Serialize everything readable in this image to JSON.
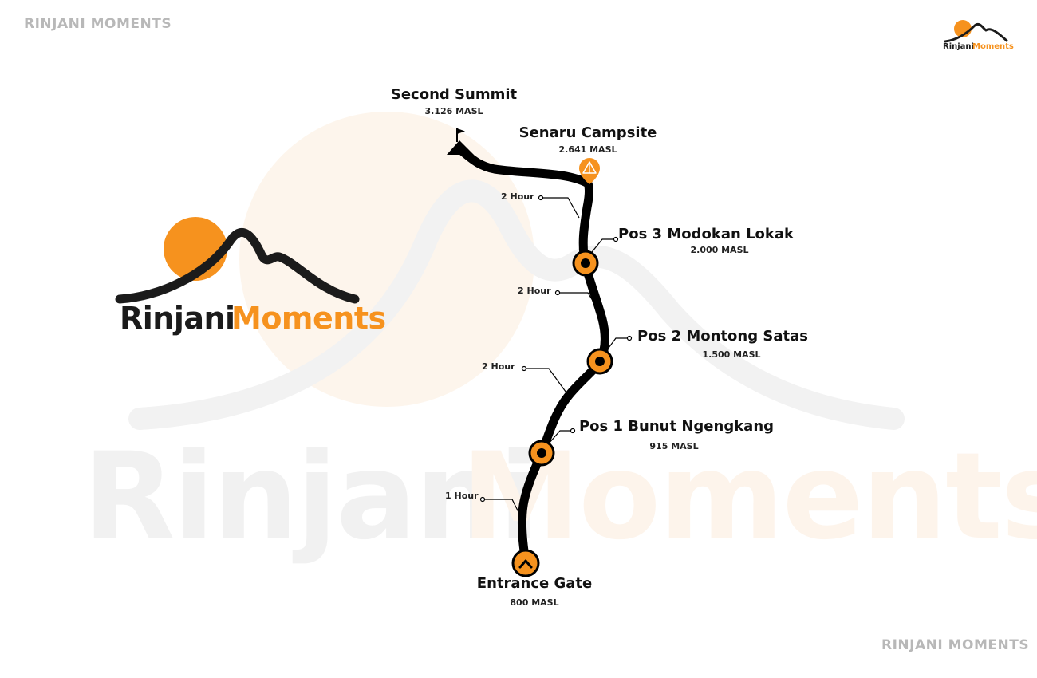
{
  "corner_top_left": "RINJANI MOMENTS",
  "corner_bottom_right": "RINJANI MOMENTS",
  "brand": {
    "word1": "Rinjani",
    "word2": "Moments",
    "accent_color": "#f6921e",
    "dark_color": "#1b1b1b"
  },
  "watermark": {
    "word1": "Rinjani",
    "word2": "Moments"
  },
  "stops": [
    {
      "id": "second-summit",
      "name": "Second Summit",
      "altitude": "3.126 MASL",
      "marker": "summit-flag-icon"
    },
    {
      "id": "senaru-campsite",
      "name": "Senaru Campsite",
      "altitude": "2.641 MASL",
      "marker": "tent-pin-icon"
    },
    {
      "id": "pos-3",
      "name": "Pos 3 Modokan Lokak",
      "altitude": "2.000 MASL",
      "marker": "checkpoint-dot-icon"
    },
    {
      "id": "pos-2",
      "name": "Pos 2 Montong Satas",
      "altitude": "1.500 MASL",
      "marker": "checkpoint-dot-icon"
    },
    {
      "id": "pos-1",
      "name": "Pos 1 Bunut Ngengkang",
      "altitude": "915 MASL",
      "marker": "checkpoint-dot-icon"
    },
    {
      "id": "entrance-gate",
      "name": "Entrance Gate",
      "altitude": "800 MASL",
      "marker": "chevron-up-icon"
    }
  ],
  "durations": [
    "2 Hour",
    "2 Hour",
    "2 Hour",
    "1 Hour"
  ]
}
